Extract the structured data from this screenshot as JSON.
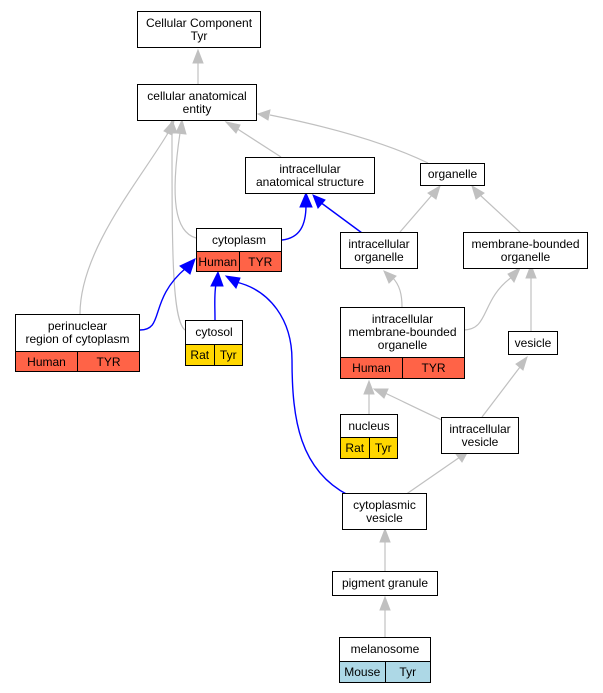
{
  "colors": {
    "gray_edge": "#c0c0c0",
    "blue_edge": "#0000ff",
    "human": "#ff6347",
    "rat": "#ffd700",
    "mouse": "#add8e6"
  },
  "nodes": {
    "cellular_component": {
      "label": "Cellular Component\nTyr"
    },
    "cellular_anatomical_entity": {
      "label": "cellular anatomical\nentity"
    },
    "intracellular_anatomical_structure": {
      "label": "intracellular\nanatomical structure"
    },
    "organelle": {
      "label": "organelle"
    },
    "cytoplasm": {
      "label": "cytoplasm",
      "species": "Human",
      "gene": "TYR"
    },
    "intracellular_organelle": {
      "label": "intracellular\norganelle"
    },
    "membrane_bounded_organelle": {
      "label": "membrane-bounded\norganelle"
    },
    "perinuclear_region": {
      "label": "perinuclear\nregion of cytoplasm",
      "species": "Human",
      "gene": "TYR"
    },
    "cytosol": {
      "label": "cytosol",
      "species": "Rat",
      "gene": "Tyr"
    },
    "intracellular_mb_organelle": {
      "label": "intracellular\nmembrane-bounded\norganelle",
      "species": "Human",
      "gene": "TYR"
    },
    "vesicle": {
      "label": "vesicle"
    },
    "nucleus": {
      "label": "nucleus",
      "species": "Rat",
      "gene": "Tyr"
    },
    "intracellular_vesicle": {
      "label": "intracellular\nvesicle"
    },
    "cytoplasmic_vesicle": {
      "label": "cytoplasmic\nvesicle"
    },
    "pigment_granule": {
      "label": "pigment granule"
    },
    "melanosome": {
      "label": "melanosome",
      "species": "Mouse",
      "gene": "Tyr"
    }
  }
}
